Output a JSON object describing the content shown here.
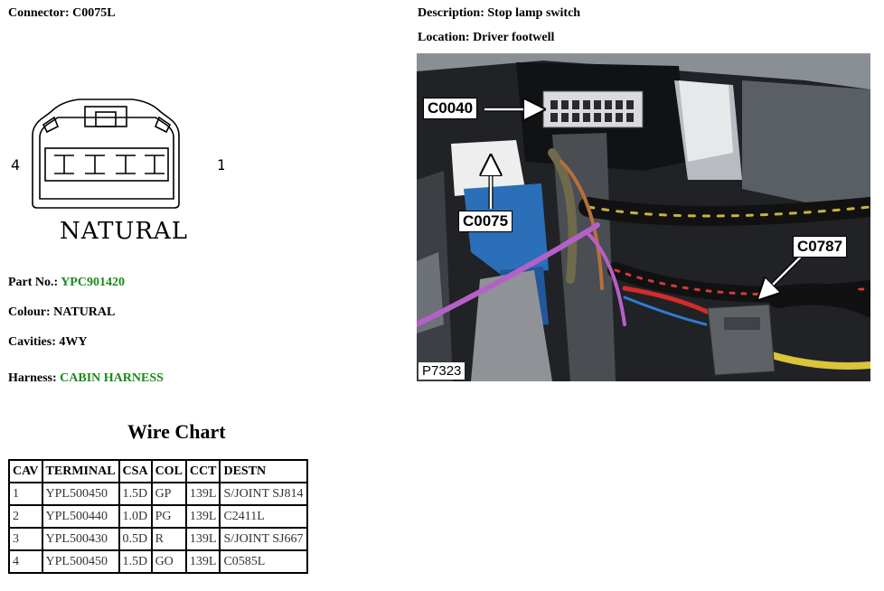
{
  "header": {
    "connector_label": "Connector:",
    "connector_value": "C0075L",
    "description_label": "Description:",
    "description_value": "Stop lamp switch",
    "location_label": "Location:",
    "location_value": "Driver footwell"
  },
  "diagram": {
    "left_cavity": "4",
    "right_cavity": "1",
    "caption": "NATURAL"
  },
  "details": {
    "part_label": "Part No.:",
    "part_value": "YPC901420",
    "colour_label": "Colour:",
    "colour_value": "NATURAL",
    "cavities_label": "Cavities:",
    "cavities_value": "4WY",
    "harness_label": "Harness:",
    "harness_value": "CABIN HARNESS",
    "link_color": "#1a8a1a"
  },
  "photo": {
    "callout_c0040": "C0040",
    "callout_c0075": "C0075",
    "callout_c0787": "C0787",
    "photo_ref": "P7323"
  },
  "wire_chart": {
    "title": "Wire Chart",
    "headers": [
      "CAV",
      "TERMINAL",
      "CSA",
      "COL",
      "CCT",
      "DESTN"
    ],
    "rows": [
      [
        "1",
        "YPL500450",
        "1.5D",
        "GP",
        "139L",
        "S/JOINT SJ814"
      ],
      [
        "2",
        "YPL500440",
        "1.0D",
        "PG",
        "139L",
        "C2411L"
      ],
      [
        "3",
        "YPL500430",
        "0.5D",
        "R",
        "139L",
        "S/JOINT SJ667"
      ],
      [
        "4",
        "YPL500450",
        "1.5D",
        "GO",
        "139L",
        "C0585L"
      ]
    ]
  }
}
